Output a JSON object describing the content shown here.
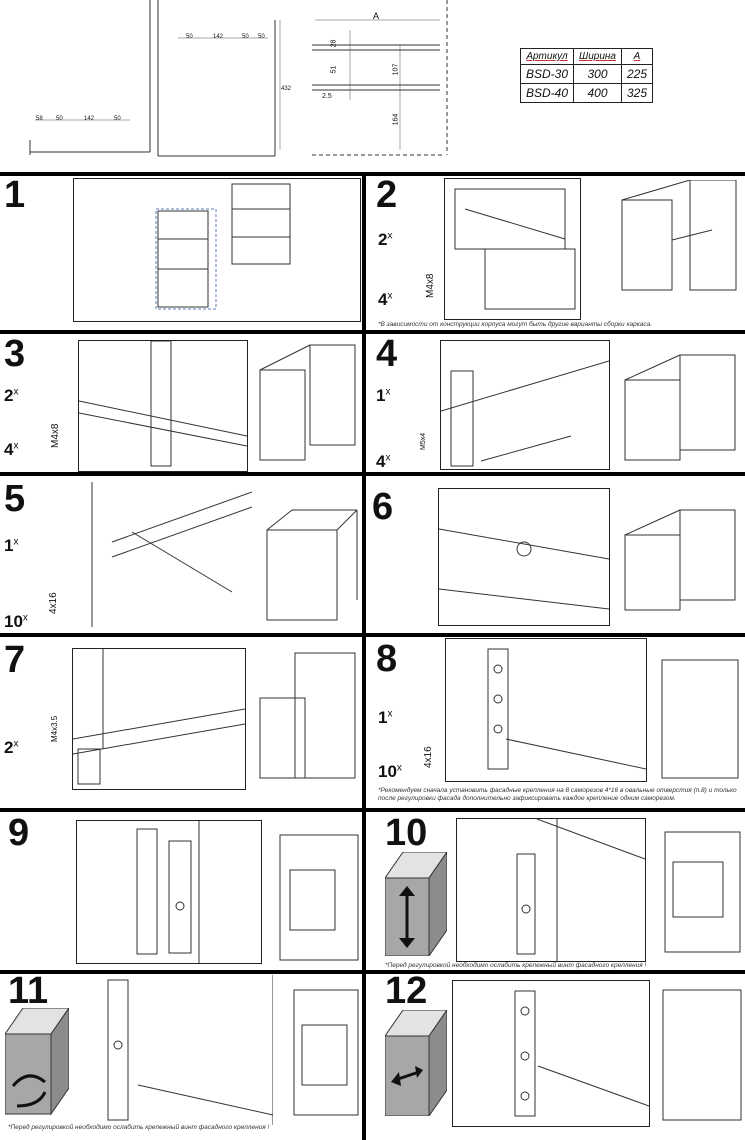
{
  "top": {
    "dims_left": [
      "58",
      "50",
      "142",
      "50"
    ],
    "dims_mid": [
      "50",
      "142",
      "50",
      "50"
    ],
    "dim_432": "432",
    "dims_right": {
      "A": "A",
      "d28": "28",
      "d51": "51",
      "d107": "107",
      "d25": "2.5",
      "d164": "164"
    },
    "table": {
      "headers": [
        "Артикул",
        "Ширина",
        "A"
      ],
      "rows": [
        [
          "BSD-30",
          "300",
          "225"
        ],
        [
          "BSD-40",
          "400",
          "325"
        ]
      ]
    }
  },
  "steps": [
    {
      "num": "1"
    },
    {
      "num": "2",
      "qty1": "2",
      "qty2": "4",
      "screw": "M4x8",
      "note": "*В зависимости от конструкции корпуса могут быть другие варианты сборки каркаса."
    },
    {
      "num": "3",
      "qty1": "2",
      "qty2": "4",
      "screw": "M4x8"
    },
    {
      "num": "4",
      "qty1": "1",
      "qty2": "4",
      "screw": "M5x4"
    },
    {
      "num": "5",
      "qty1": "1",
      "qty2": "10",
      "screw": "4x16"
    },
    {
      "num": "6"
    },
    {
      "num": "7",
      "qty1": "2",
      "screw": "M4x3.5"
    },
    {
      "num": "8",
      "qty1": "1",
      "qty2": "10",
      "screw": "4x16",
      "note": "*Рекомендуем сначала установить фасадные крепления на 8 саморезов 4*16 в овальные отверстия (п.8) и только после регулировки фасада дополнительно зафиксировать каждое крепление одним саморезом."
    },
    {
      "num": "9"
    },
    {
      "num": "10",
      "note": "*Перед регулировкой необходимо ослабить крепежный винт фасадного крепления !"
    },
    {
      "num": "11",
      "note": "*Перед регулировкой необходимо ослабить крепежный винт фасадного крепления !"
    },
    {
      "num": "12"
    }
  ],
  "x_mark": "x"
}
